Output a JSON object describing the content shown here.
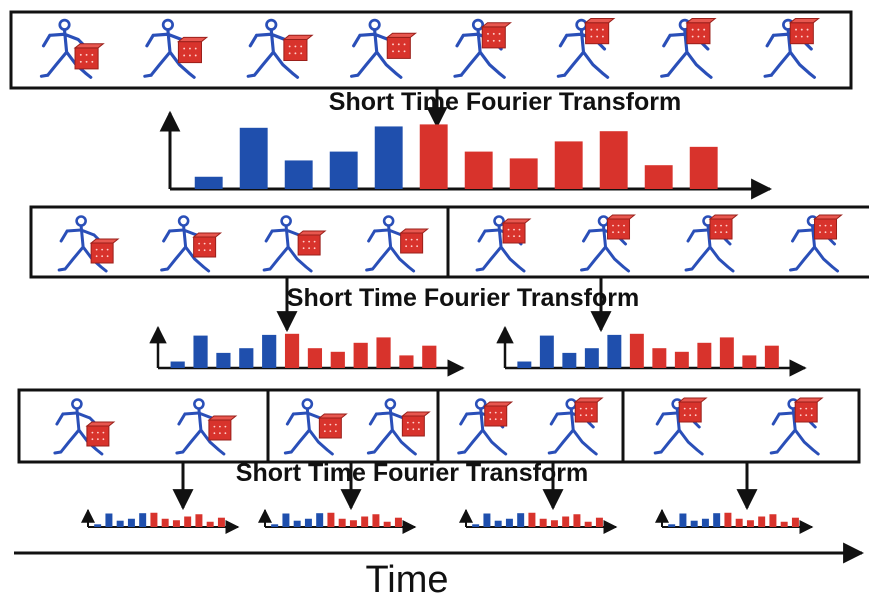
{
  "colors": {
    "skeleton": "#2a4fb8",
    "object": "#d8332c",
    "bar_blue": "#1f4fad",
    "bar_red": "#d8332c",
    "line": "#111111"
  },
  "labels": {
    "stft_1": "Short Time Fourier Transform",
    "stft_2": "Short Time Fourier Transform",
    "stft_3": "Short Time Fourier Transform",
    "time": "Time"
  },
  "bar_pattern": {
    "blue": [
      0.18,
      0.9,
      0.42,
      0.55,
      0.92
    ],
    "red": [
      0.95,
      0.55,
      0.45,
      0.7,
      0.85,
      0.35,
      0.62
    ]
  },
  "frames_per_sequence": 8,
  "segments_per_level": [
    1,
    2,
    4
  ],
  "icons": [
    "skeleton-figure-icon",
    "red-cube-icon",
    "arrow-icon"
  ]
}
